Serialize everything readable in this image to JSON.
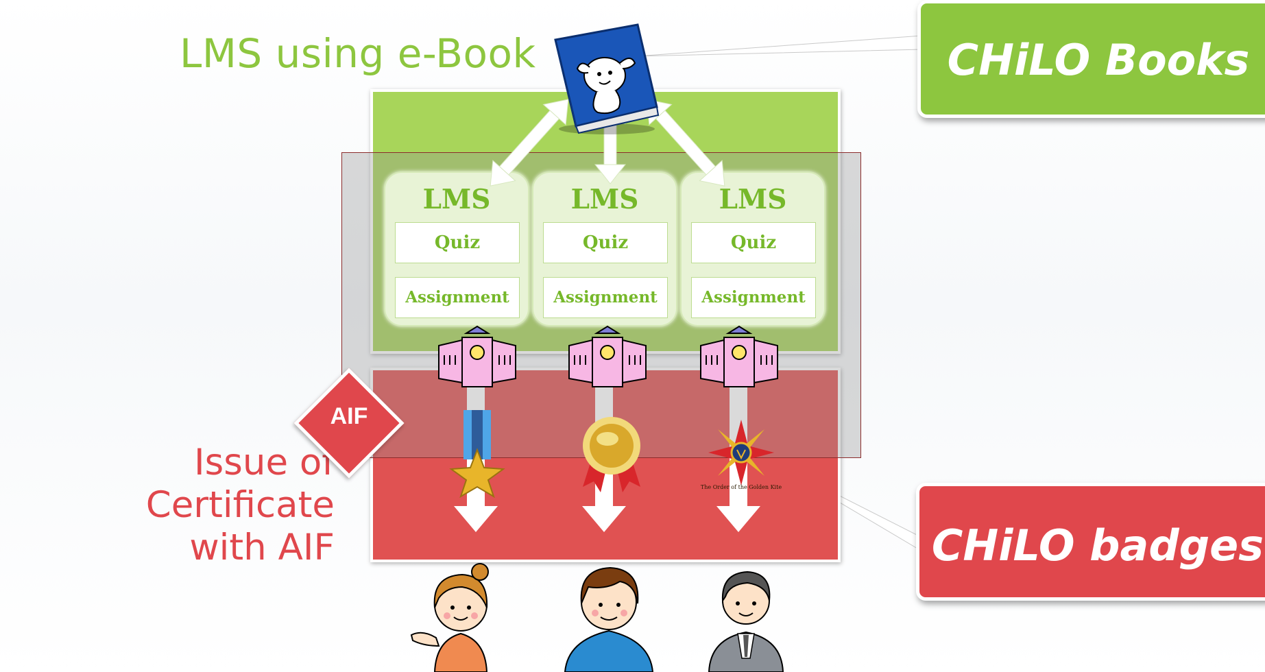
{
  "labels": {
    "lms_ebook": "LMS using e-Book",
    "issue_line1": "Issue of Certificate",
    "issue_line2": "with AIF"
  },
  "callouts": {
    "books": "CHiLO Books",
    "badges": "CHiLO badges"
  },
  "aif_label": "AIF",
  "lms_cards": [
    {
      "title": "LMS",
      "quiz": "Quiz",
      "assignment": "Assignment"
    },
    {
      "title": "LMS",
      "quiz": "Quiz",
      "assignment": "Assignment"
    },
    {
      "title": "LMS",
      "quiz": "Quiz",
      "assignment": "Assignment"
    }
  ],
  "badge_small_text": "The Order of the Golden Kite",
  "icons": [
    "ebook-seal-icon",
    "university-building-icon",
    "star-medal-icon",
    "gold-medal-icon",
    "order-badge-icon",
    "woman-icon",
    "young-man-icon",
    "businessman-icon"
  ],
  "colors": {
    "green": "#8dc63f",
    "panel_green": "#a8d55a",
    "red": "#e0474c",
    "panel_red": "#e05252"
  }
}
